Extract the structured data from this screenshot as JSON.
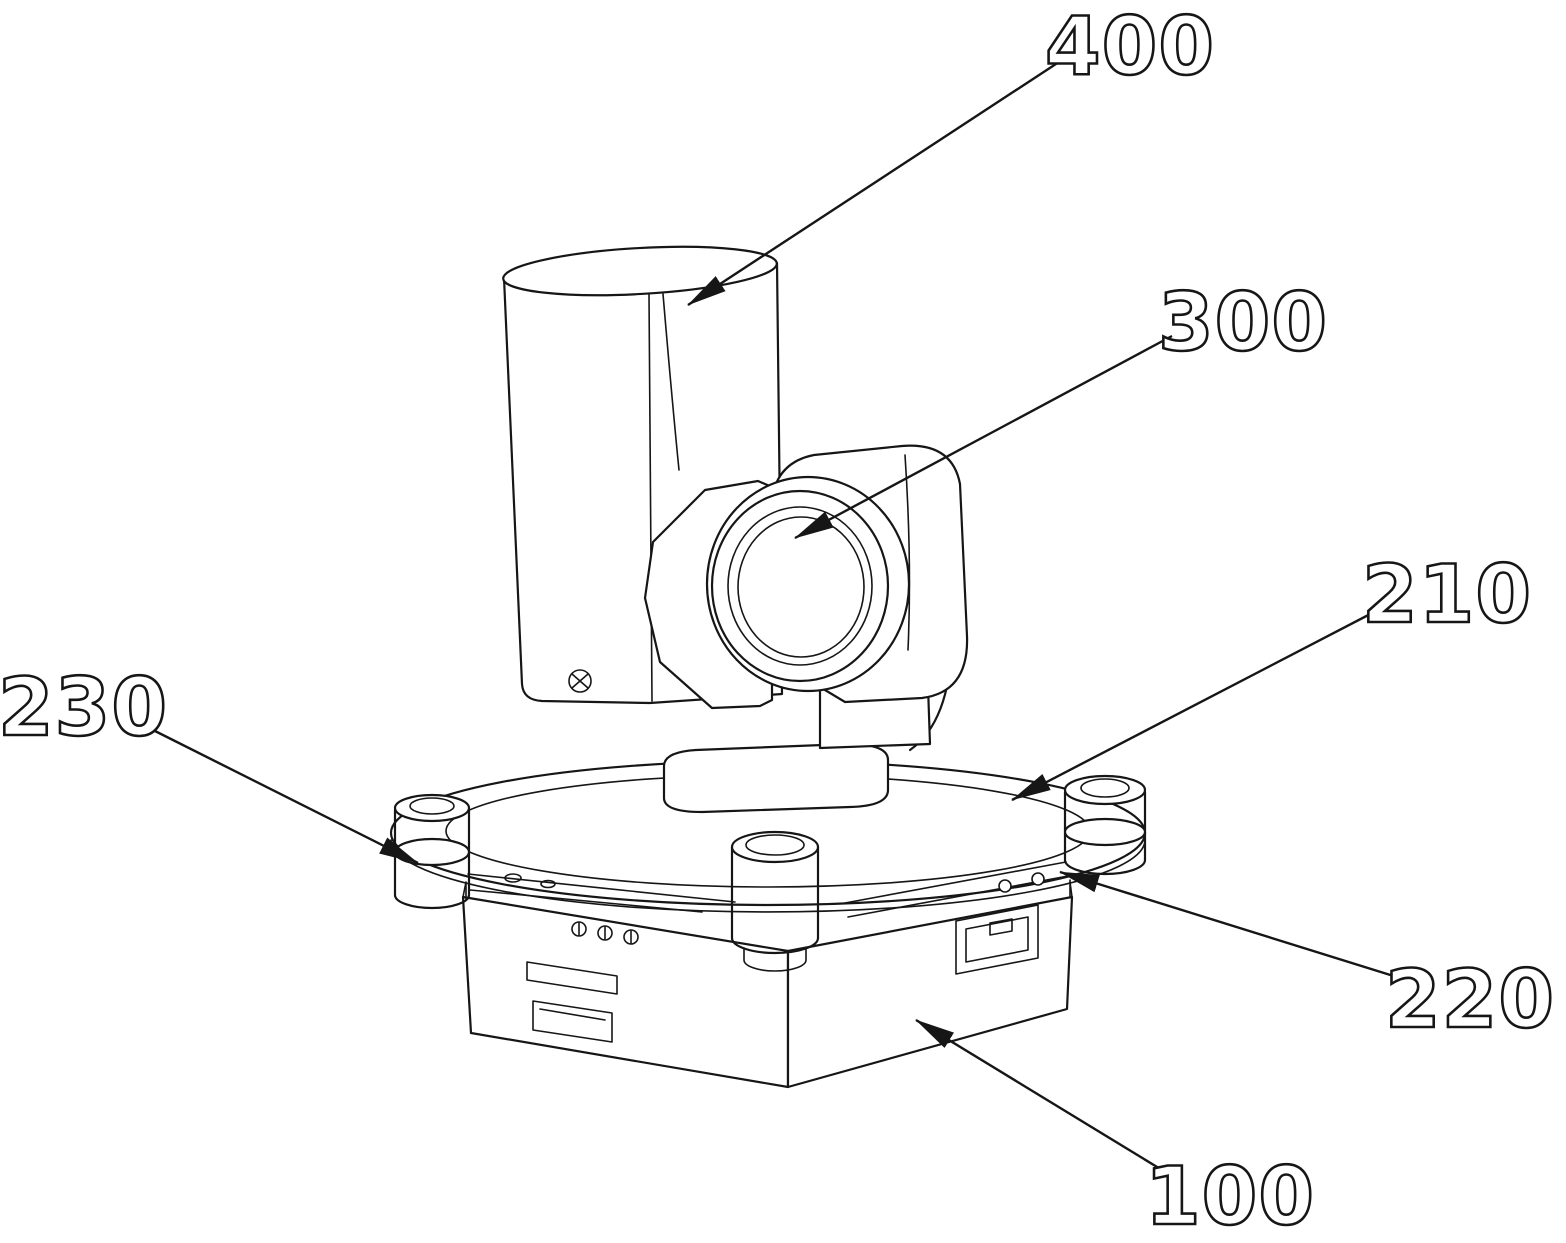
{
  "figure": {
    "kind": "patent-style technical line drawing",
    "subject": "gimbal camera assembly on a base housing",
    "line_color": "#161616",
    "background_color": "#ffffff",
    "labels": [
      {
        "text": "400",
        "part": "lens-barrel"
      },
      {
        "text": "300",
        "part": "camera-lens-module"
      },
      {
        "text": "210",
        "part": "mounting-plate"
      },
      {
        "text": "230",
        "part": "left-damper-roller"
      },
      {
        "text": "220",
        "part": "plate-arm"
      },
      {
        "text": "100",
        "part": "base-housing"
      }
    ]
  }
}
